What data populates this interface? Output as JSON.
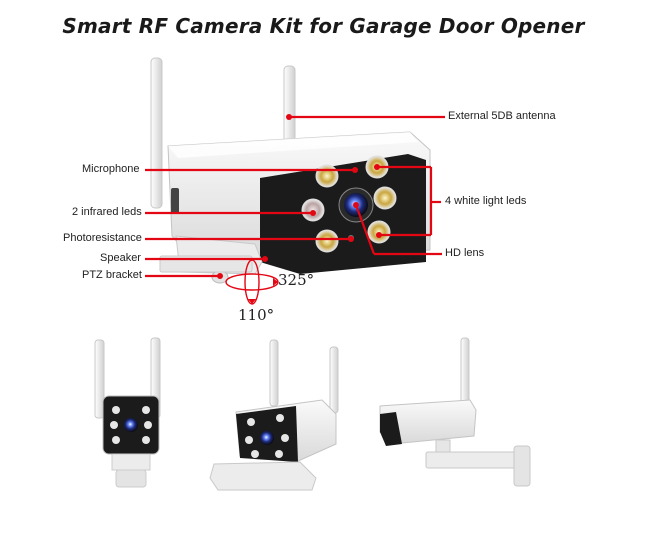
{
  "title": "Smart RF Camera Kit for Garage Door Opener",
  "labels": {
    "antenna": "External 5DB antenna",
    "microphone": "Microphone",
    "infrared": "2 infrared leds",
    "white_leds": "4 white light leds",
    "photoresistance": "Photoresistance",
    "hd_lens": "HD lens",
    "speaker": "Speaker",
    "ptz": "PTZ bracket"
  },
  "rotation": {
    "horizontal": "325°",
    "vertical": "110°"
  },
  "colors": {
    "pointer": "#e30613",
    "camera_body": "#f2f2f2",
    "camera_face": "#1b1b1b"
  }
}
